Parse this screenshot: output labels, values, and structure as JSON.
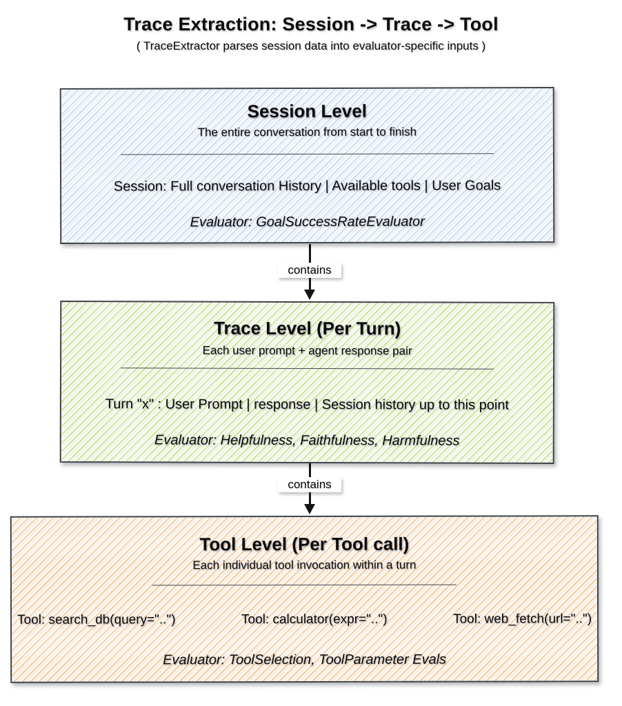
{
  "title": "Trace Extraction: Session -> Trace -> Tool",
  "subtitle": "( TraceExtractor parses session data into evaluator-specific inputs )",
  "colors": {
    "box_border": "#3f444a",
    "session_hatch": "#c9dcf5",
    "trace_hatch": "#cde489",
    "tool_hatch": "#f9c996",
    "arrow": "#141414"
  },
  "boxes": [
    {
      "id": "session",
      "heading": "Session Level",
      "description": "The entire conversation from start to finish",
      "content": "Session: Full conversation History | Available tools | User Goals",
      "evaluator": "Evaluator: GoalSuccessRateEvaluator"
    },
    {
      "id": "trace",
      "heading": "Trace Level (Per Turn)",
      "description": "Each user prompt + agent response pair",
      "content": "Turn \"x\" : User Prompt | response | Session history up to this point",
      "evaluator": "Evaluator: Helpfulness, Faithfulness, Harmfulness"
    },
    {
      "id": "tool",
      "heading": "Tool Level (Per Tool call)",
      "description": "Each individual tool invocation within a turn",
      "tools": [
        "Tool: search_db(query=\"..\")",
        "Tool: calculator(expr=\"..\")",
        "Tool: web_fetch(url=\"..\")"
      ],
      "evaluator": "Evaluator: ToolSelection, ToolParameter Evals"
    }
  ],
  "arrows": [
    {
      "label": "contains"
    },
    {
      "label": "contains"
    }
  ]
}
